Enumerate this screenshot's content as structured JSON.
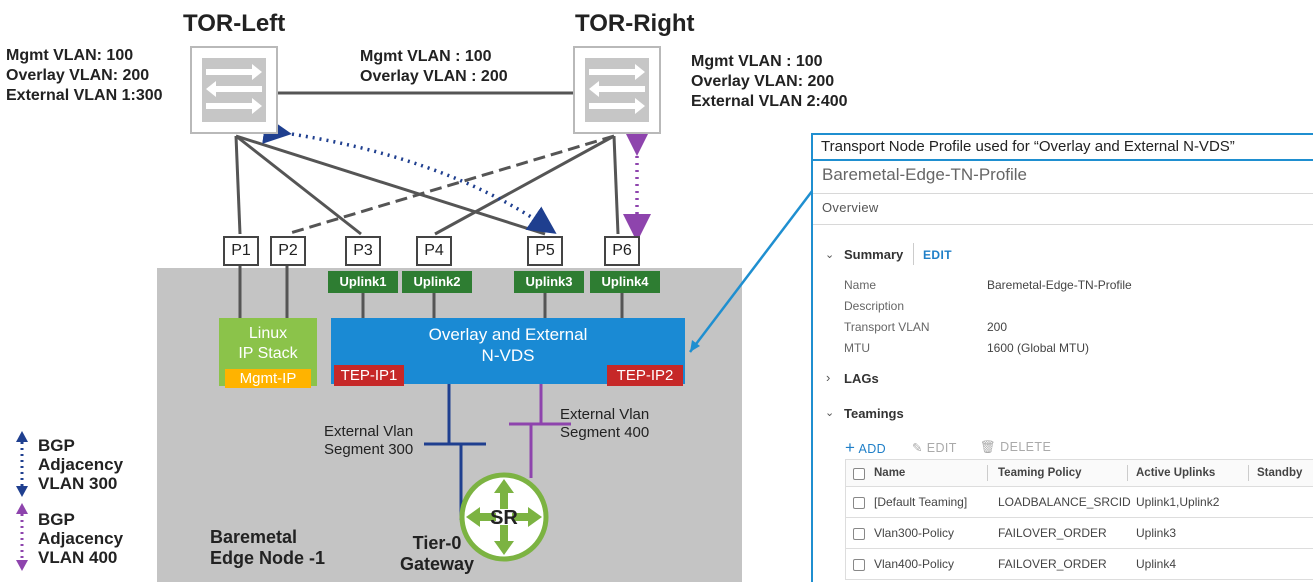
{
  "tor_left": {
    "title": "TOR-Left",
    "vlan_lines": [
      "Mgmt VLAN: 100",
      "Overlay VLAN: 200",
      "External VLAN 1:300"
    ]
  },
  "tor_right": {
    "title": "TOR-Right",
    "vlan_lines": [
      "Mgmt VLAN : 100",
      "Overlay VLAN: 200",
      "External VLAN 2:400"
    ]
  },
  "inter_link": {
    "vlan_lines": [
      "Mgmt VLAN : 100",
      "Overlay VLAN : 200"
    ]
  },
  "ports": [
    "P1",
    "P2",
    "P3",
    "P4",
    "P5",
    "P6"
  ],
  "uplinks": [
    "Uplink1",
    "Uplink2",
    "Uplink3",
    "Uplink4"
  ],
  "linux_stack": {
    "lines": [
      "Linux",
      "IP Stack"
    ],
    "mgmt_ip": "Mgmt-IP"
  },
  "nvds": {
    "lines": [
      "Overlay and External",
      "N-VDS"
    ],
    "tep1": "TEP-IP1",
    "tep2": "TEP-IP2"
  },
  "segments": {
    "seg300": [
      "External Vlan",
      "Segment 300"
    ],
    "seg400": [
      "External Vlan",
      "Segment 400"
    ]
  },
  "router": {
    "label": "SR",
    "caption": [
      "Tier-0",
      "Gateway"
    ]
  },
  "edge_node": [
    "Baremetal",
    "Edge Node -1"
  ],
  "legend": [
    {
      "lines": [
        "BGP",
        "Adjacency",
        "VLAN 300"
      ],
      "color": "#1f3f8f"
    },
    {
      "lines": [
        "BGP",
        "Adjacency",
        "VLAN 400"
      ],
      "color": "#8e44ad"
    }
  ],
  "colors": {
    "uplink": "#2e7d32",
    "nvds": "#1a8ad4",
    "linux": "#8bc34a",
    "mgmt": "#ffb300",
    "tep": "#c62828",
    "accent": "#1f8fd0"
  },
  "panel": {
    "header": "Transport Node Profile used for “Overlay and External N-VDS”",
    "title": "Baremetal-Edge-TN-Profile",
    "tab": "Overview",
    "summary": {
      "label": "Summary",
      "edit": "EDIT",
      "rows": [
        {
          "key": "Name",
          "value": "Baremetal-Edge-TN-Profile"
        },
        {
          "key": "Description",
          "value": ""
        },
        {
          "key": "Transport VLAN",
          "value": "200"
        },
        {
          "key": "MTU",
          "value": "1600 (Global MTU)"
        }
      ]
    },
    "lags": "LAGs",
    "teamings": {
      "label": "Teamings",
      "add": "ADD",
      "edit": "EDIT",
      "delete": "DELETE",
      "columns": [
        "Name",
        "Teaming Policy",
        "Active Uplinks",
        "Standby"
      ],
      "rows": [
        [
          "[Default Teaming]",
          "LOADBALANCE_SRCID",
          "Uplink1,Uplink2",
          ""
        ],
        [
          "Vlan300-Policy",
          "FAILOVER_ORDER",
          "Uplink3",
          ""
        ],
        [
          "Vlan400-Policy",
          "FAILOVER_ORDER",
          "Uplink4",
          ""
        ]
      ]
    }
  }
}
